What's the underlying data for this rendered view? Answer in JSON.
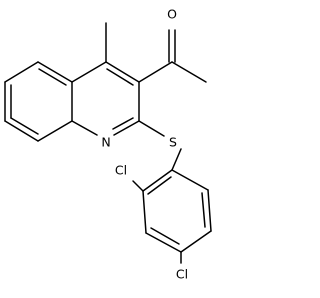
{
  "atoms": {
    "oxygen": "O",
    "nitrogen": "N",
    "sulfur": "S",
    "chlorine_ortho": "Cl",
    "chlorine_para": "Cl"
  }
}
